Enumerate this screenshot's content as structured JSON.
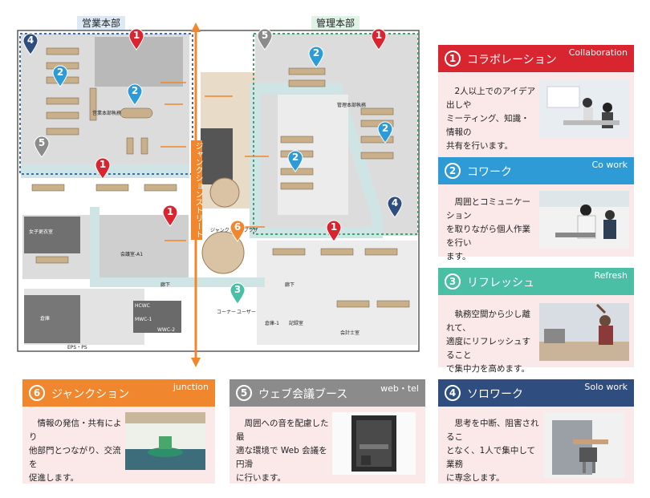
{
  "floor": {
    "sales_division": "営業本部",
    "admin_division": "管理本部",
    "junction_street": "ジャンクションストリート",
    "rooms": {
      "women_changing": "女子更衣室",
      "meeting_a1": "会議室-A1",
      "hall": "廊下",
      "hall2": "廊下",
      "toilet": "HCWC",
      "mwc": "MWC-1",
      "wwc": "WWC-2",
      "storage": "倉庫",
      "eps": "EPS・PS",
      "user": "ユーザー",
      "corner": "コーナー",
      "warehouse1": "倉庫-1",
      "records": "記録室",
      "meeting_room": "会計士室",
      "jplaza": "ジャンクションプラザ",
      "admin_area": "管理本部執務",
      "sales_area": "営業本部執務"
    },
    "pins": [
      {
        "n": "4",
        "color": "#2f4d7e"
      },
      {
        "n": "1",
        "color": "#d9252f"
      },
      {
        "n": "2",
        "color": "#2e9ad6"
      },
      {
        "n": "2",
        "color": "#2e9ad6"
      },
      {
        "n": "5",
        "color": "#8b8b8b"
      },
      {
        "n": "1",
        "color": "#d9252f"
      },
      {
        "n": "1",
        "color": "#d9252f"
      },
      {
        "n": "5",
        "color": "#8b8b8b"
      },
      {
        "n": "1",
        "color": "#d9252f"
      },
      {
        "n": "2",
        "color": "#2e9ad6"
      },
      {
        "n": "2",
        "color": "#2e9ad6"
      },
      {
        "n": "2",
        "color": "#2e9ad6"
      },
      {
        "n": "4",
        "color": "#2f4d7e"
      },
      {
        "n": "1",
        "color": "#d9252f"
      },
      {
        "n": "6",
        "color": "#f0862d"
      },
      {
        "n": "3",
        "color": "#4bbfa6"
      }
    ]
  },
  "cards": [
    {
      "num": "1",
      "title": "コラボレーション",
      "en": "Collaboration",
      "color": "#d9252f",
      "lines": [
        "2人以上でのアイデア出しや",
        "ミーティング、知識・情報の",
        "共有を行います。"
      ]
    },
    {
      "num": "2",
      "title": "コワーク",
      "en": "Co work",
      "color": "#2e9ad6",
      "lines": [
        "周囲とコミュニケーション",
        "を取りながら個人作業を行い",
        "ます。"
      ]
    },
    {
      "num": "3",
      "title": "リフレッシュ",
      "en": "Refresh",
      "color": "#4bbfa6",
      "lines": [
        "執務空間から少し離れて、",
        "適度にリフレッシュすること",
        "で集中力を高めます。"
      ]
    },
    {
      "num": "6",
      "title": "ジャンクション",
      "en": "junction",
      "color": "#f0862d",
      "lines": [
        "情報の発信・共有により",
        "他部門とつながり、交流を",
        "促進します。"
      ]
    },
    {
      "num": "5",
      "title": "ウェブ会議ブース",
      "en": "web・tel",
      "color": "#8b8b8b",
      "lines": [
        "周囲への音を配慮した最",
        "適な環境で Web 会議を円滑",
        "に行います。"
      ]
    },
    {
      "num": "4",
      "title": "ソロワーク",
      "en": "Solo work",
      "color": "#2f4d7e",
      "lines": [
        "思考を中断、阻害されるこ",
        "となく、1人で集中して業務",
        "に専念します。"
      ]
    }
  ]
}
